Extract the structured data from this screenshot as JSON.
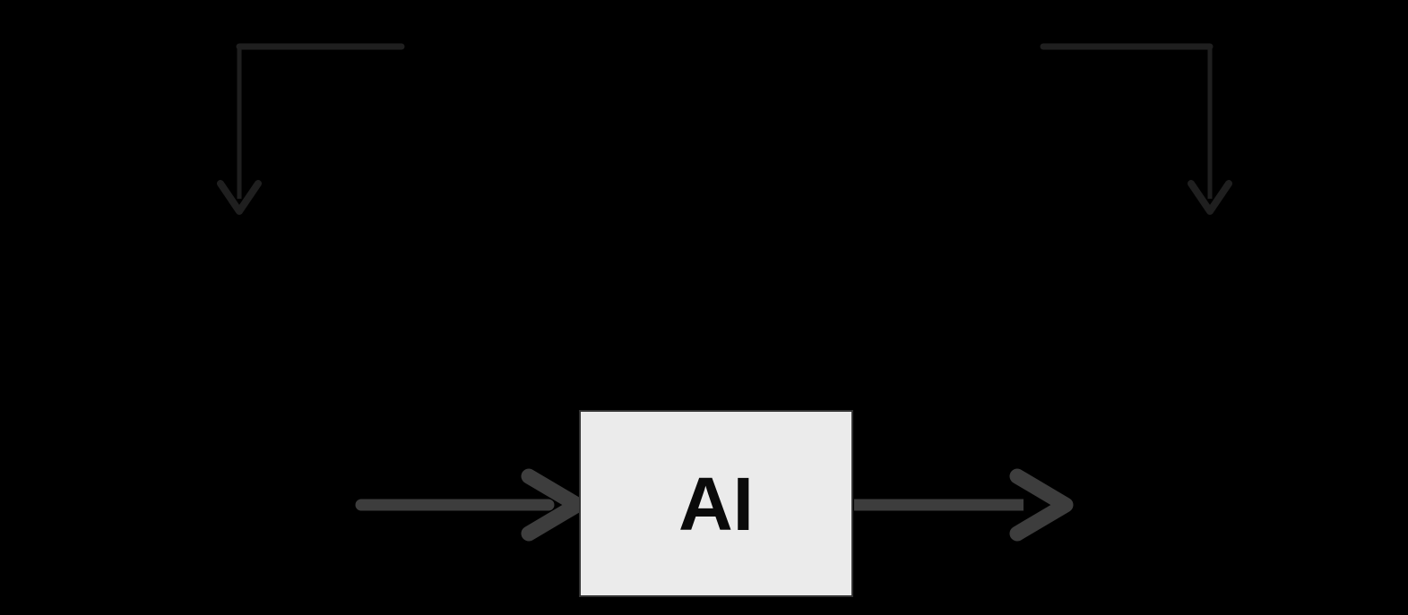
{
  "diagram": {
    "type": "flow-diagram",
    "background_color": "#000000",
    "node": {
      "label": "AI",
      "fill_color": "#ebebeb",
      "border_color": "#333333",
      "text_color": "#0a0a0a"
    },
    "arrows": [
      {
        "id": "left-elbow-down-arrow",
        "shape": "elbow",
        "direction": "down",
        "color": "#1f1f1f"
      },
      {
        "id": "right-elbow-down-arrow",
        "shape": "elbow",
        "direction": "down",
        "color": "#1f1f1f"
      },
      {
        "id": "input-arrow",
        "shape": "straight",
        "direction": "right",
        "color": "#3d3d3d"
      },
      {
        "id": "output-arrow",
        "shape": "straight",
        "direction": "right",
        "color": "#3d3d3d"
      }
    ]
  }
}
